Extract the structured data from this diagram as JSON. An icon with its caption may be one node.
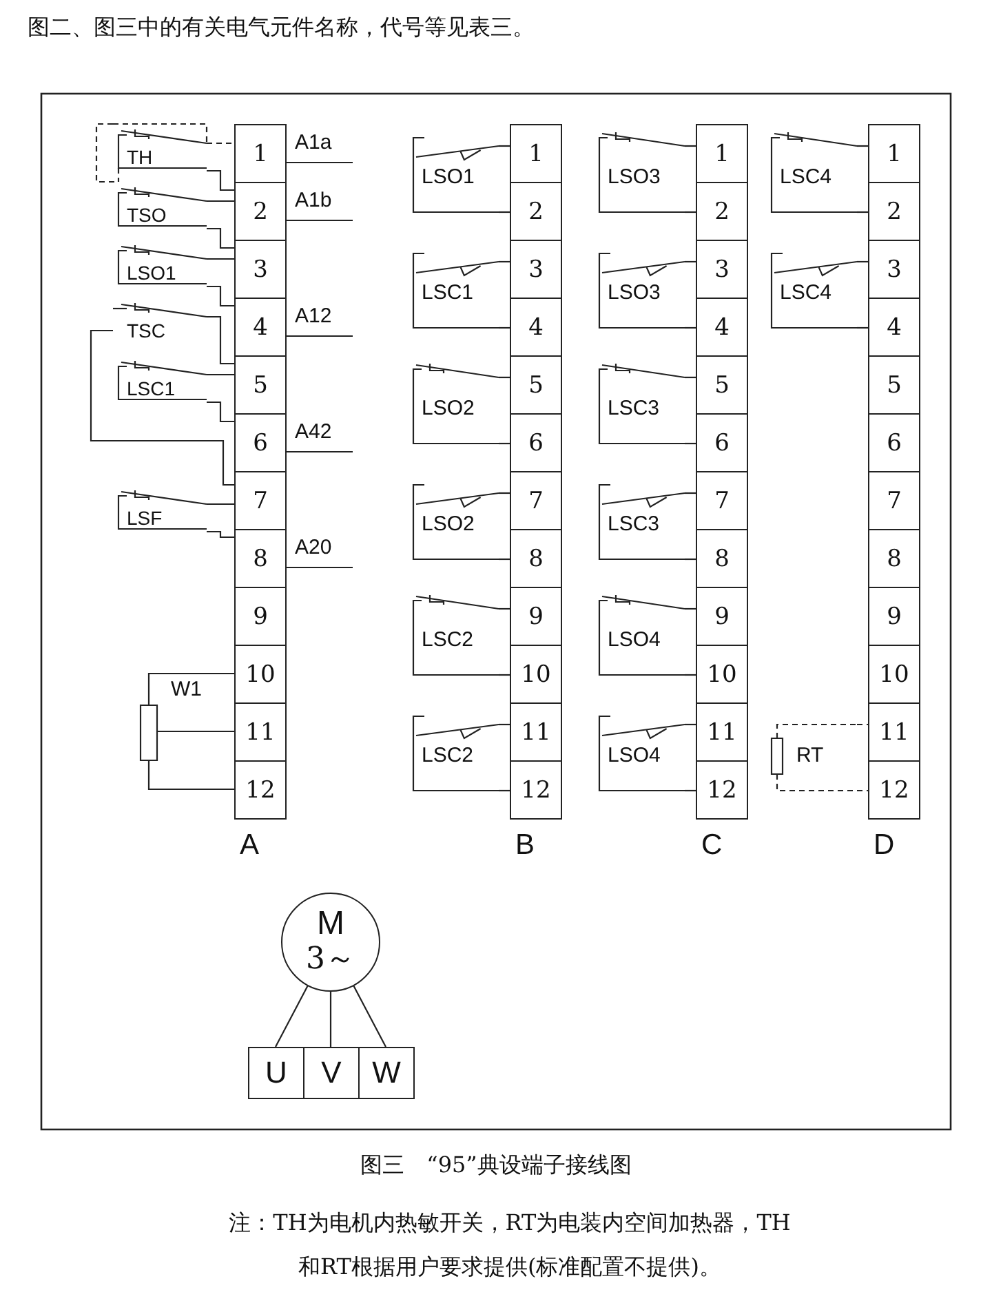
{
  "diagram": {
    "caption": "图三　“95”典设端子接线图",
    "nodes": [
      {
        "text": [
          "A"
        ]
      },
      {
        "text": [
          "1"
        ],
        "in": 0
      },
      {
        "text": [
          "2"
        ],
        "in": 0
      },
      {
        "text": [
          "3"
        ],
        "in": 0
      },
      {
        "text": [
          "4"
        ],
        "in": 0
      },
      {
        "text": [
          "5"
        ],
        "in": 0
      },
      {
        "text": [
          "6"
        ],
        "in": 0
      },
      {
        "text": [
          "7"
        ],
        "in": 0
      },
      {
        "text": [
          "8"
        ],
        "in": 0
      },
      {
        "text": [
          "9"
        ],
        "in": 0
      },
      {
        "text": [
          "10"
        ],
        "in": 0
      },
      {
        "text": [
          "11"
        ],
        "in": 0
      },
      {
        "text": [
          "12"
        ],
        "in": 0
      },
      {
        "text": [
          "B"
        ]
      },
      {
        "text": [
          "1"
        ],
        "in": 13
      },
      {
        "text": [
          "2"
        ],
        "in": 13
      },
      {
        "text": [
          "3"
        ],
        "in": 13
      },
      {
        "text": [
          "4"
        ],
        "in": 13
      },
      {
        "text": [
          "5"
        ],
        "in": 13
      },
      {
        "text": [
          "6"
        ],
        "in": 13
      },
      {
        "text": [
          "7"
        ],
        "in": 13
      },
      {
        "text": [
          "8"
        ],
        "in": 13
      },
      {
        "text": [
          "9"
        ],
        "in": 13
      },
      {
        "text": [
          "10"
        ],
        "in": 13
      },
      {
        "text": [
          "11"
        ],
        "in": 13
      },
      {
        "text": [
          "12"
        ],
        "in": 13
      },
      {
        "text": [
          "C"
        ]
      },
      {
        "text": [
          "1"
        ],
        "in": 26
      },
      {
        "text": [
          "2"
        ],
        "in": 26
      },
      {
        "text": [
          "3"
        ],
        "in": 26
      },
      {
        "text": [
          "4"
        ],
        "in": 26
      },
      {
        "text": [
          "5"
        ],
        "in": 26
      },
      {
        "text": [
          "6"
        ],
        "in": 26
      },
      {
        "text": [
          "7"
        ],
        "in": 26
      },
      {
        "text": [
          "8"
        ],
        "in": 26
      },
      {
        "text": [
          "9"
        ],
        "in": 26
      },
      {
        "text": [
          "10"
        ],
        "in": 26
      },
      {
        "text": [
          "11"
        ],
        "in": 26
      },
      {
        "text": [
          "12"
        ],
        "in": 26
      },
      {
        "text": [
          "D"
        ]
      },
      {
        "text": [
          "1"
        ],
        "in": 39
      },
      {
        "text": [
          "2"
        ],
        "in": 39
      },
      {
        "text": [
          "3"
        ],
        "in": 39
      },
      {
        "text": [
          "4"
        ],
        "in": 39
      },
      {
        "text": [
          "5"
        ],
        "in": 39
      },
      {
        "text": [
          "6"
        ],
        "in": 39
      },
      {
        "text": [
          "7"
        ],
        "in": 39
      },
      {
        "text": [
          "8"
        ],
        "in": 39
      },
      {
        "text": [
          "9"
        ],
        "in": 39
      },
      {
        "text": [
          "10"
        ],
        "in": 39
      },
      {
        "text": [
          "11"
        ],
        "in": 39
      },
      {
        "text": [
          "12"
        ],
        "in": 39
      },
      {
        "text": [
          "TH"
        ]
      },
      {
        "text": [
          "TSO"
        ]
      },
      {
        "text": [
          "LSO1"
        ]
      },
      {
        "text": [
          "TSC"
        ]
      },
      {
        "text": [
          "LSC1"
        ]
      },
      {
        "text": [
          "LSF"
        ]
      },
      {
        "text": [
          "W1"
        ]
      },
      {
        "text": [
          "LSO1"
        ]
      },
      {
        "text": [
          "LSC1"
        ]
      },
      {
        "text": [
          "LSO2"
        ]
      },
      {
        "text": [
          "LSO2"
        ]
      },
      {
        "text": [
          "LSC2"
        ]
      },
      {
        "text": [
          "LSC2"
        ]
      },
      {
        "text": [
          "LSO3"
        ]
      },
      {
        "text": [
          "LSO3"
        ]
      },
      {
        "text": [
          "LSC3"
        ]
      },
      {
        "text": [
          "LSC3"
        ]
      },
      {
        "text": [
          "LSO4"
        ]
      },
      {
        "text": [
          "LSO4"
        ]
      },
      {
        "text": [
          "LSC4"
        ]
      },
      {
        "text": [
          "LSC4"
        ]
      },
      {
        "text": [
          "RT"
        ]
      },
      {
        "text": [
          "M",
          "3～"
        ]
      },
      {
        "text": [
          "U"
        ]
      },
      {
        "text": [
          "V"
        ]
      },
      {
        "text": [
          "W"
        ]
      }
    ],
    "edges": [
      {
        "from": 52,
        "to": 1,
        "arrow": "none",
        "style": "dashed"
      },
      {
        "from": 52,
        "to": 2,
        "arrow": "none"
      },
      {
        "from": 53,
        "to": 2,
        "arrow": "none"
      },
      {
        "from": 53,
        "to": 3,
        "arrow": "none"
      },
      {
        "from": 54,
        "to": 3,
        "arrow": "none"
      },
      {
        "from": 54,
        "to": 4,
        "arrow": "none"
      },
      {
        "from": 55,
        "to": 5,
        "arrow": "none"
      },
      {
        "from": 55,
        "to": 7,
        "arrow": "none"
      },
      {
        "from": 56,
        "to": 5,
        "arrow": "none"
      },
      {
        "from": 56,
        "to": 6,
        "arrow": "none"
      },
      {
        "from": 57,
        "to": 7,
        "arrow": "none"
      },
      {
        "from": 57,
        "to": 8,
        "arrow": "none"
      },
      {
        "from": 58,
        "to": 10,
        "arrow": "none"
      },
      {
        "from": 58,
        "to": 11,
        "arrow": "none"
      },
      {
        "from": 58,
        "to": 12,
        "arrow": "none"
      },
      {
        "from": 59,
        "to": 14,
        "arrow": "none"
      },
      {
        "from": 59,
        "to": 15,
        "arrow": "none"
      },
      {
        "from": 60,
        "to": 16,
        "arrow": "none"
      },
      {
        "from": 60,
        "to": 17,
        "arrow": "none"
      },
      {
        "from": 61,
        "to": 18,
        "arrow": "none"
      },
      {
        "from": 61,
        "to": 19,
        "arrow": "none"
      },
      {
        "from": 62,
        "to": 20,
        "arrow": "none"
      },
      {
        "from": 62,
        "to": 21,
        "arrow": "none"
      },
      {
        "from": 63,
        "to": 22,
        "arrow": "none"
      },
      {
        "from": 63,
        "to": 23,
        "arrow": "none"
      },
      {
        "from": 64,
        "to": 24,
        "arrow": "none"
      },
      {
        "from": 64,
        "to": 25,
        "arrow": "none"
      },
      {
        "from": 65,
        "to": 27,
        "arrow": "none"
      },
      {
        "from": 65,
        "to": 28,
        "arrow": "none"
      },
      {
        "from": 66,
        "to": 29,
        "arrow": "none"
      },
      {
        "from": 66,
        "to": 30,
        "arrow": "none"
      },
      {
        "from": 67,
        "to": 31,
        "arrow": "none"
      },
      {
        "from": 67,
        "to": 32,
        "arrow": "none"
      },
      {
        "from": 68,
        "to": 33,
        "arrow": "none"
      },
      {
        "from": 68,
        "to": 34,
        "arrow": "none"
      },
      {
        "from": 69,
        "to": 35,
        "arrow": "none"
      },
      {
        "from": 69,
        "to": 36,
        "arrow": "none"
      },
      {
        "from": 70,
        "to": 37,
        "arrow": "none"
      },
      {
        "from": 70,
        "to": 38,
        "arrow": "none"
      },
      {
        "from": 71,
        "to": 40,
        "arrow": "none"
      },
      {
        "from": 71,
        "to": 41,
        "arrow": "none"
      },
      {
        "from": 72,
        "to": 42,
        "arrow": "none"
      },
      {
        "from": 72,
        "to": 43,
        "arrow": "none"
      },
      {
        "from": 73,
        "to": 50,
        "arrow": "none",
        "style": "dashed"
      },
      {
        "from": 73,
        "to": 51,
        "arrow": "none",
        "style": "dashed"
      },
      {
        "from": 74,
        "to": 75,
        "arrow": "none"
      },
      {
        "from": 74,
        "to": 76,
        "arrow": "none"
      },
      {
        "from": 74,
        "to": 77,
        "arrow": "none"
      }
    ],
    "labels": [
      "图二、图三中的有关电气元件名称，代号等见表三。",
      "A1a",
      "A1b",
      "A12",
      "A42",
      "A20",
      "注：TH为电机内热敏开关，RT为电装内空间加热器，TH和RT根据用户要求提供(标准配置不提供)。"
    ]
  }
}
